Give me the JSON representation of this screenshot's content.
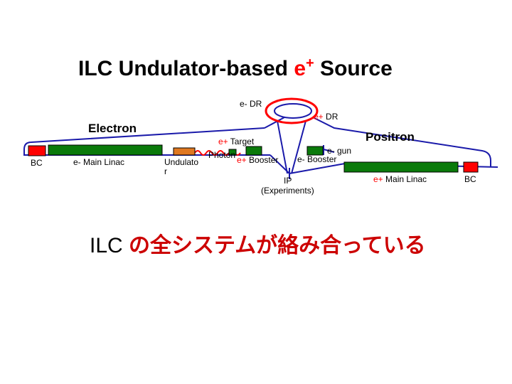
{
  "title": {
    "prefix": "ILC Undulator-based ",
    "particle": "e",
    "sup": "+",
    "suffix": " Source"
  },
  "labels": {
    "e_minus_dr": "e- DR",
    "e_plus_dr_sign": "e+",
    "e_plus_dr_text": " DR",
    "electron": "Electron",
    "positron": "Positron",
    "bc_left": "BC",
    "bc_right": "BC",
    "e_main_linac": "e- Main Linac",
    "undulator_line1": "Undulato",
    "undulator_line2": "r",
    "target_sign": "e+",
    "target_text": " Target",
    "photon": "Photon",
    "booster_left_sign": "e+",
    "booster_left_text": " Booster",
    "e_gun": "e- gun",
    "e_booster": "e- Booster",
    "ip_line1": "IP",
    "ip_line2": "(Experiments)",
    "positron_linac_sign": "e+",
    "positron_linac_text": " Main Linac"
  },
  "caption": {
    "latin": "ILC ",
    "japanese": "の全システムが絡み合っている"
  },
  "colors": {
    "beamline": "#1a1aaa",
    "ring_outline": "#ff0000",
    "bc": "#ff0000",
    "linac": "#0a7a0a",
    "undulator": "#e07820",
    "wavy_photon": "#ff0000",
    "booster": "#0a7a0a"
  }
}
